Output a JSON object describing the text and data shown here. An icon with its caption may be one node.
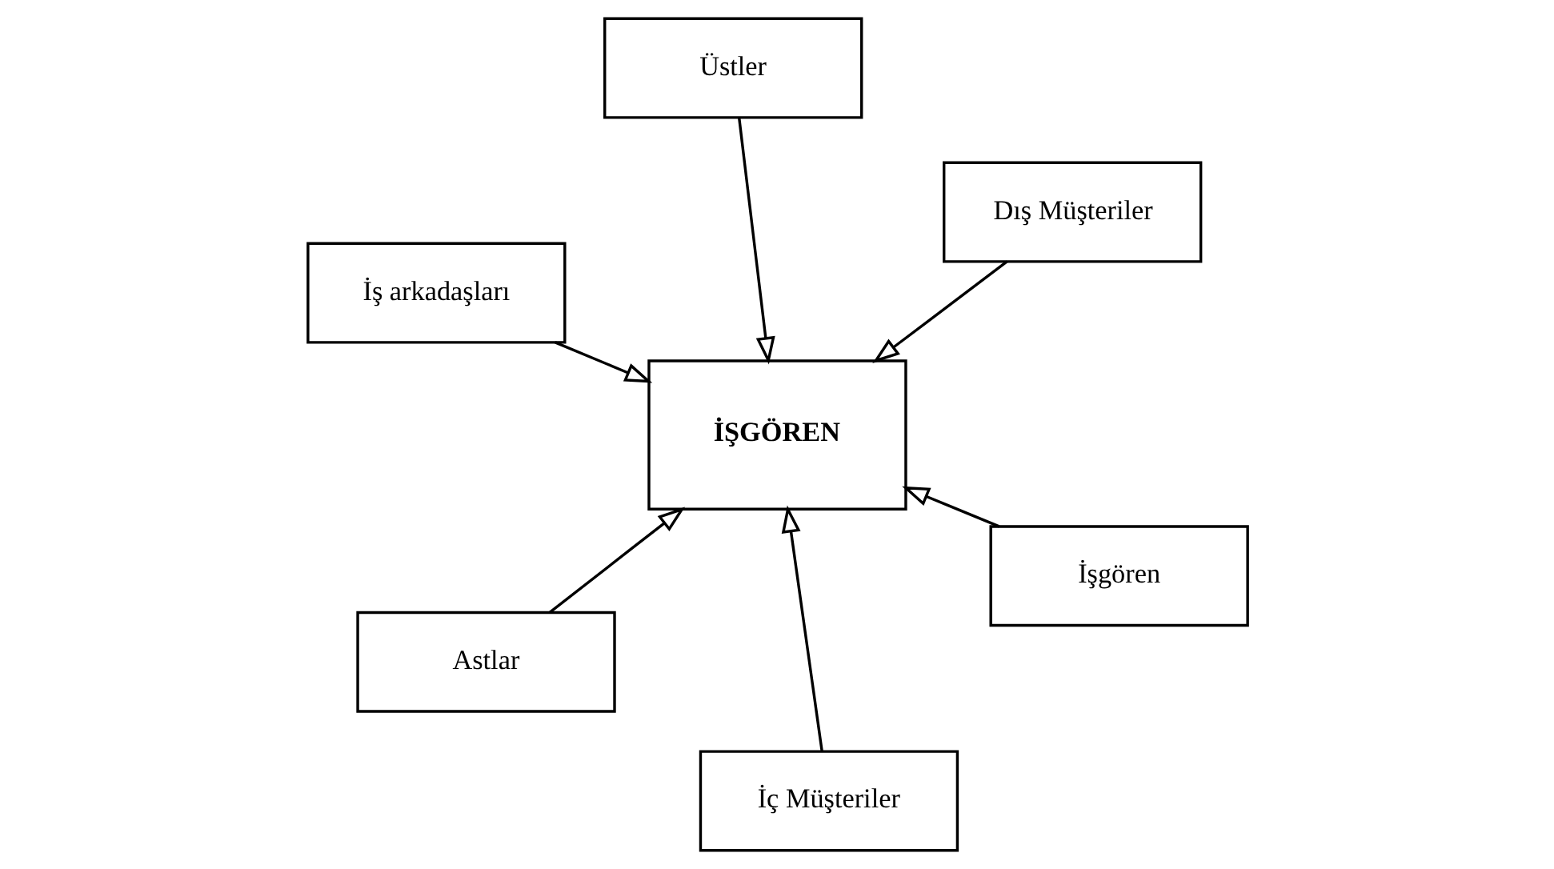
{
  "diagram": {
    "nodes": [
      {
        "text": [
          "İş arkadaşları"
        ]
      },
      {
        "text": [
          "İşgören"
        ]
      },
      {
        "text": [
          "İç Müşteriler"
        ]
      },
      {
        "text": [
          "İŞGÖREN"
        ]
      },
      {
        "text": [
          "Dış Müşteriler"
        ]
      },
      {
        "text": [
          "Üstler"
        ]
      },
      {
        "text": [
          "Astlar"
        ]
      }
    ],
    "edges": [
      {
        "from": 0,
        "to": 3,
        "arrow": "to"
      },
      {
        "from": 1,
        "to": 3,
        "arrow": "to"
      },
      {
        "from": 2,
        "to": 3,
        "arrow": "to"
      },
      {
        "from": 4,
        "to": 3,
        "arrow": "to"
      },
      {
        "from": 5,
        "to": 3,
        "arrow": "to"
      },
      {
        "from": 6,
        "to": 3,
        "arrow": "to"
      }
    ]
  }
}
